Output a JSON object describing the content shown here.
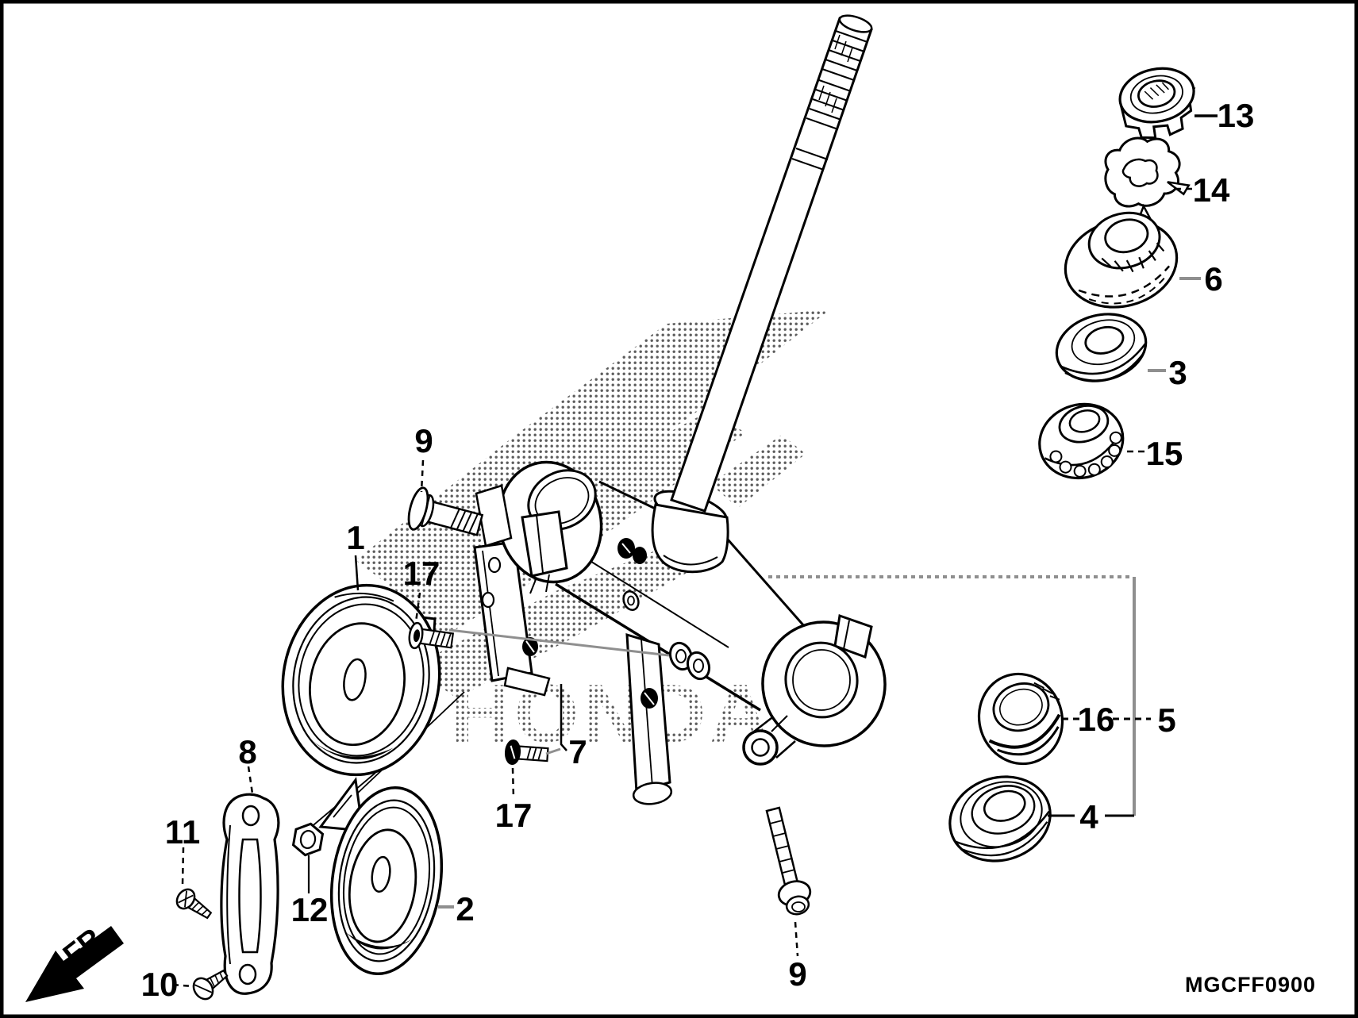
{
  "diagram": {
    "code": "MGCFF0900",
    "fr_label": "FR.",
    "watermark": "HONDA",
    "colors": {
      "line": "#000000",
      "leader_gray": "#8f8f8f",
      "background": "#ffffff",
      "watermark_dot": "#404040"
    },
    "callouts": [
      {
        "text": "1"
      },
      {
        "text": "2"
      },
      {
        "text": "3"
      },
      {
        "text": "4"
      },
      {
        "text": "5"
      },
      {
        "text": "6"
      },
      {
        "text": "7"
      },
      {
        "text": "8"
      },
      {
        "text": "9"
      },
      {
        "text": "9"
      },
      {
        "text": "10"
      },
      {
        "text": "11"
      },
      {
        "text": "12"
      },
      {
        "text": "13"
      },
      {
        "text": "14"
      },
      {
        "text": "15"
      },
      {
        "text": "16"
      },
      {
        "text": "17"
      },
      {
        "text": "17"
      }
    ]
  }
}
